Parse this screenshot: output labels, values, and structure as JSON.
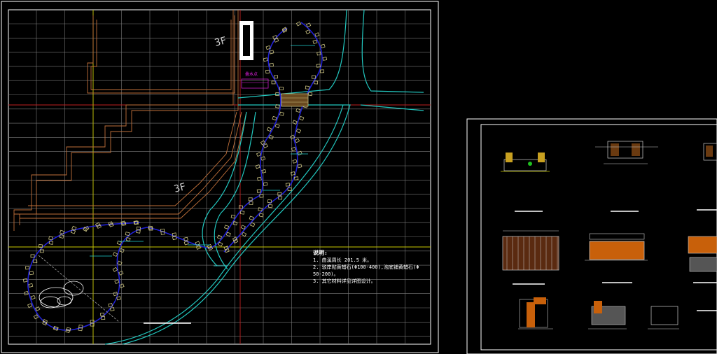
{
  "drawing": {
    "notes_title": "说明:",
    "notes": [
      "1. 曲溪周长 201.5 米。",
      "2. 驳岸贴黄蜡石(Φ100-400),泡底铺黄蜡石(Φ",
      "   50-200)。",
      "3. 其它材料详见详图设计。"
    ],
    "floor_labels": [
      "3F",
      "3F"
    ],
    "callout": "叠水点",
    "colors": {
      "background": "#000000",
      "grid": "#8a8a8a",
      "building": "#c0703a",
      "road": "#22c8c0",
      "stream_edge": "#2020d8",
      "stones": "#c8c080",
      "accent_yellow": "#c8c800",
      "accent_red": "#c02020",
      "label_cyan": "#20d0d0",
      "label_magenta": "#e020e0",
      "frame": "#ffffff"
    }
  }
}
